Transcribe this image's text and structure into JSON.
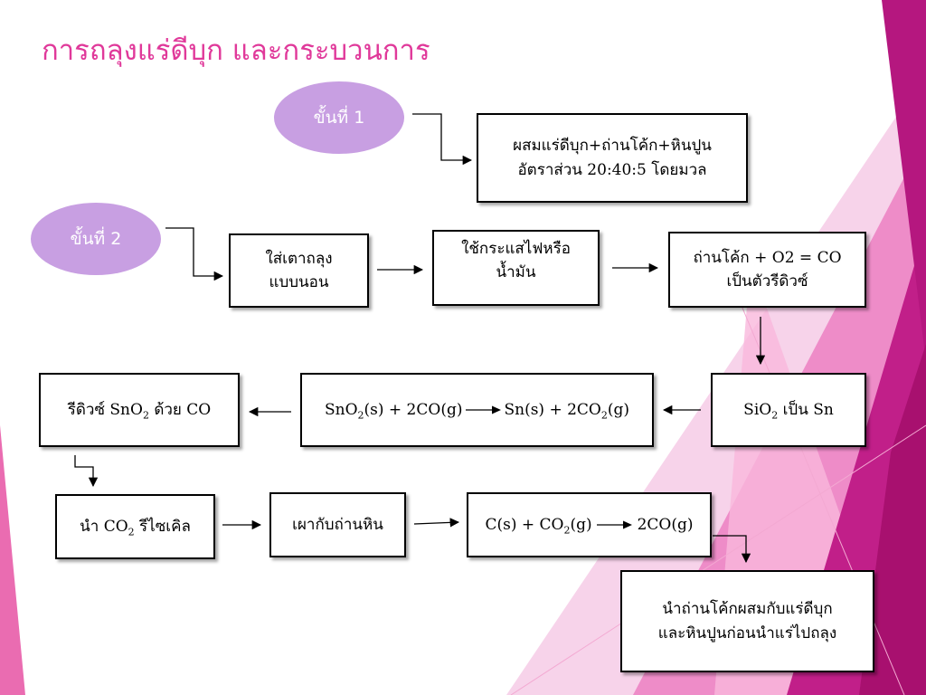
{
  "title": "การถลุงแร่ดีบุก และกระบวนการ",
  "steps": {
    "step1": "ขั้นที่ 1",
    "step2": "ขั้นที่ 2"
  },
  "boxes": {
    "mix": [
      "ผสมแร่ดีบุก+ถ่านโค้ก+หินปูน",
      "อัตราส่วน 20:40:5 โดยมวล"
    ],
    "furnace": [
      "ใส่เตาถลุง",
      "แบบนอน"
    ],
    "power": [
      "ใช้กระแสไฟหรือ",
      "น้ำมัน"
    ],
    "coke": [
      "ถ่านโค้ก + O2 = CO",
      "เป็นตัวรีดิวซ์"
    ],
    "sio2": {
      "a": "SiO",
      "sub": "2",
      "b": " เป็น Sn"
    },
    "reaction": {
      "left1": "SnO",
      "sub1": "2",
      "left2": "(s) + 2CO(g)",
      "right1": "Sn(s) + 2CO",
      "sub2": "2",
      "right2": "(g)"
    },
    "reduce": {
      "a": "รีดิวซ์ SnO",
      "sub": "2",
      "b": " ด้วย CO"
    },
    "recycle": {
      "a": "นำ CO",
      "sub": "2",
      "b": " รีไซเคิล"
    },
    "burn": "เผากับถ่านหิน",
    "co2": {
      "a": "C(s) + CO",
      "sub": "2",
      "b": "(g)",
      "c": "2CO(g)"
    },
    "final": [
      "นำถ่านโค้กผสมกับแร่ดีบุก",
      "และหินปูนก่อนนำแร่ไปถลุง"
    ]
  },
  "colors": {
    "title": "#e0399a",
    "step_fill": "#c89fe2",
    "accent_pink": "#e0399a",
    "accent_magenta": "#b5177f"
  }
}
